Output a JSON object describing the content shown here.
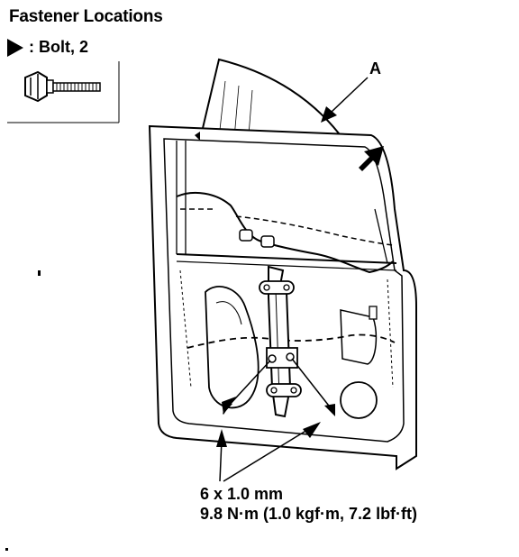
{
  "heading": {
    "title": "Fastener Locations"
  },
  "legend": {
    "label": ": Bolt, 2"
  },
  "callout": {
    "label": "A"
  },
  "spec": {
    "size": "6 x 1.0 mm",
    "torque": "9.8 N·m (1.0 kgf·m, 7.2 lbf·ft)"
  },
  "icons": [
    "triangle-marker-icon",
    "bolt-icon",
    "direction-arrow-icon"
  ]
}
